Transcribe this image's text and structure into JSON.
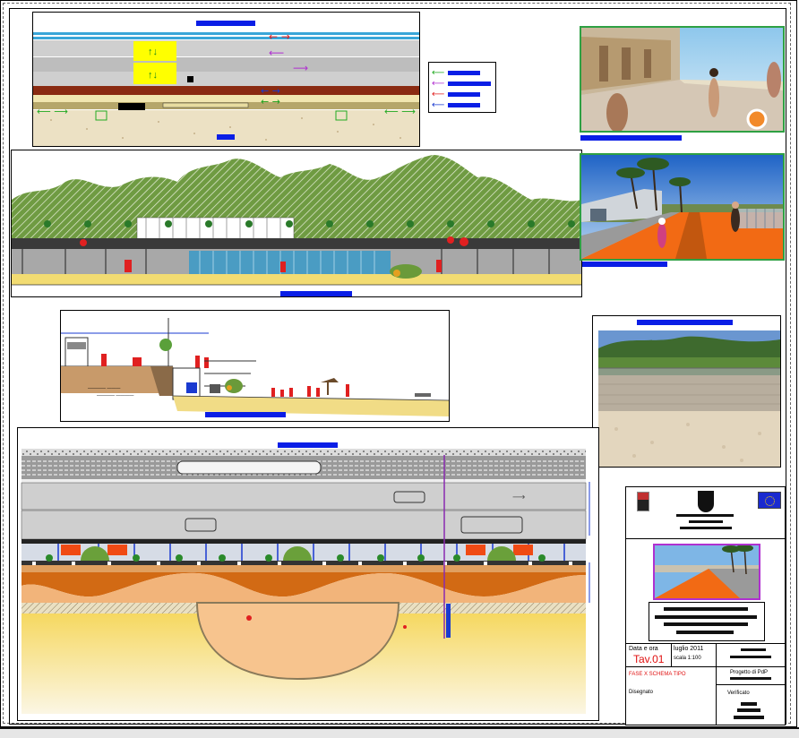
{
  "title_block": {
    "date_label": "Data e ora",
    "date_value": "luglio 2011",
    "scale": "scala 1:100",
    "sheet": "Tav.01",
    "phase": "FASE X SCHEMA TIPO",
    "drawn_by": "Disegnato",
    "design": "Progetto di PdP",
    "notes": "Verificato"
  },
  "colors": {
    "label_blue": "#0a1ee6",
    "photo_frame_green": "#2ea043",
    "sand": "#f1dc86",
    "road_grey": "#c8c8c8",
    "tree_green": "#6a9a3a"
  }
}
